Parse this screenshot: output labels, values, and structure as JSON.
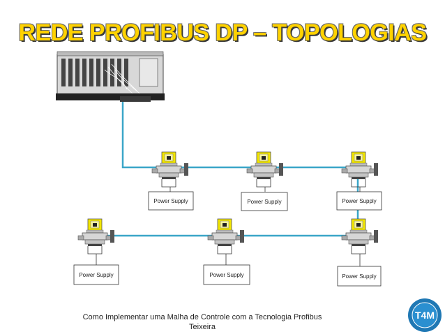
{
  "title": "REDE PROFIBUS DP – TOPOLOGIAS",
  "power_supply_label": "Power Supply",
  "footer": {
    "line1": "Como Implementar uma Malha de Controle com a Tecnologia Profibus",
    "line2": "Teixeira"
  },
  "logo": {
    "text": "T4M"
  },
  "colors": {
    "bus": "#3aa6c8",
    "device_yellow": "#f2e600",
    "title": "#ffd200"
  }
}
